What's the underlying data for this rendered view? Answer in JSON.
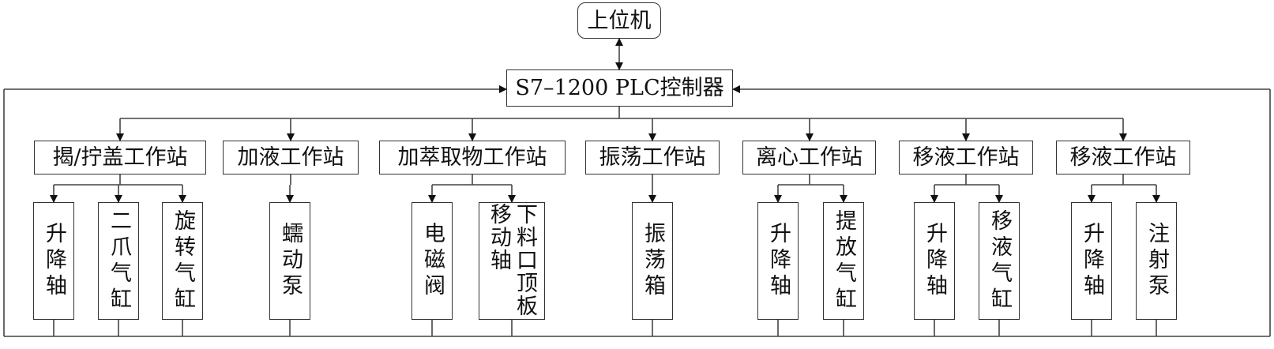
{
  "host": {
    "label": "上位机"
  },
  "controller": {
    "label": "S7–1200 PLC控制器"
  },
  "stations": [
    {
      "label": "揭/拧盖工作站",
      "devices": [
        "升降轴",
        "二爪气缸",
        "旋转气缸"
      ]
    },
    {
      "label": "加液工作站",
      "devices": [
        "蠕动泵"
      ]
    },
    {
      "label": "加萃取物工作站",
      "devices": [
        "电磁阀",
        "下料口顶板移动轴"
      ]
    },
    {
      "label": "振荡工作站",
      "devices": [
        "振荡箱"
      ]
    },
    {
      "label": "离心工作站",
      "devices": [
        "升降轴",
        "提放气缸"
      ]
    },
    {
      "label": "移液工作站",
      "devices": [
        "升降轴",
        "移液气缸"
      ]
    },
    {
      "label": "移液工作站",
      "devices": [
        "升降轴",
        "注射泵"
      ]
    }
  ],
  "colors": {
    "line": "#333333",
    "text": "#111111",
    "background": "#ffffff"
  }
}
